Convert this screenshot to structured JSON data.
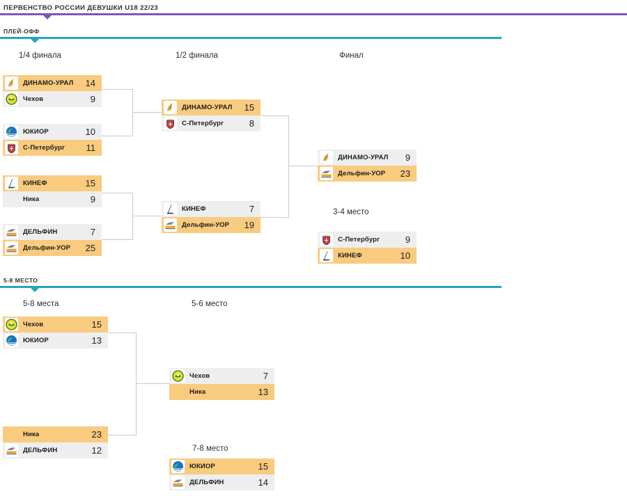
{
  "header": {
    "tournament_title": "ПЕРВЕНСТВО РОССИИ ДЕВУШКИ U18 22/23",
    "accent_purple": "#7f56b5",
    "accent_teal": "#29a3bd"
  },
  "sections": [
    {
      "label": "ПЛЕЙ-ОФФ"
    },
    {
      "label": "5-8 МЕСТО"
    }
  ],
  "round_labels": {
    "quarterfinal": "1/4 финала",
    "semifinal": "1/2 финала",
    "final": "Финал",
    "third_place": "3-4 место",
    "places_5_8": "5-8 места",
    "places_5_6": "5-6 место",
    "places_7_8": "7-8 место"
  },
  "colors": {
    "winner_bg": "#f9cb7f",
    "loser_bg": "#eeeeee",
    "connector": "#c9c9c9"
  },
  "matches": {
    "qf1": {
      "home": {
        "team": "ДИНАМО-УРАЛ",
        "score": "14",
        "winner": true,
        "icon": "dinamo-ural-logo"
      },
      "away": {
        "team": "Чехов",
        "score": "9",
        "winner": false,
        "icon": "chehov-logo"
      }
    },
    "qf2": {
      "home": {
        "team": "ЮКИОР",
        "score": "10",
        "winner": false,
        "icon": "yukior-logo"
      },
      "away": {
        "team": "С-Петербург",
        "score": "11",
        "winner": true,
        "icon": "spb-logo"
      }
    },
    "qf3": {
      "home": {
        "team": "КИНЕФ",
        "score": "15",
        "winner": true,
        "icon": "kinef-logo"
      },
      "away": {
        "team": "Ника",
        "score": "9",
        "winner": false,
        "icon": "none"
      }
    },
    "qf4": {
      "home": {
        "team": "ДЕЛЬФИН",
        "score": "7",
        "winner": false,
        "icon": "delfin-logo"
      },
      "away": {
        "team": "Дельфин-УОР",
        "score": "25",
        "winner": true,
        "icon": "delfin-logo"
      }
    },
    "sf1": {
      "home": {
        "team": "ДИНАМО-УРАЛ",
        "score": "15",
        "winner": true,
        "icon": "dinamo-ural-logo"
      },
      "away": {
        "team": "С-Петербург",
        "score": "8",
        "winner": false,
        "icon": "spb-logo"
      }
    },
    "sf2": {
      "home": {
        "team": "КИНЕФ",
        "score": "7",
        "winner": false,
        "icon": "kinef-logo"
      },
      "away": {
        "team": "Дельфин-УОР",
        "score": "19",
        "winner": true,
        "icon": "delfin-logo"
      }
    },
    "final": {
      "home": {
        "team": "ДИНАМО-УРАЛ",
        "score": "9",
        "winner": false,
        "icon": "dinamo-ural-logo"
      },
      "away": {
        "team": "Дельфин-УОР",
        "score": "23",
        "winner": true,
        "icon": "delfin-logo"
      }
    },
    "third": {
      "home": {
        "team": "С-Петербург",
        "score": "9",
        "winner": false,
        "icon": "spb-logo"
      },
      "away": {
        "team": "КИНЕФ",
        "score": "10",
        "winner": true,
        "icon": "kinef-logo"
      }
    },
    "p58_a": {
      "home": {
        "team": "Чехов",
        "score": "15",
        "winner": true,
        "icon": "chehov-logo"
      },
      "away": {
        "team": "ЮКИОР",
        "score": "13",
        "winner": false,
        "icon": "yukior-logo"
      }
    },
    "p58_b": {
      "home": {
        "team": "Ника",
        "score": "23",
        "winner": true,
        "icon": "none"
      },
      "away": {
        "team": "ДЕЛЬФИН",
        "score": "12",
        "winner": false,
        "icon": "delfin-logo"
      }
    },
    "p56": {
      "home": {
        "team": "Чехов",
        "score": "7",
        "winner": false,
        "icon": "chehov-logo"
      },
      "away": {
        "team": "Ника",
        "score": "13",
        "winner": true,
        "icon": "none"
      }
    },
    "p78": {
      "home": {
        "team": "ЮКИОР",
        "score": "15",
        "winner": true,
        "icon": "yukior-logo"
      },
      "away": {
        "team": "ДЕЛЬФИН",
        "score": "14",
        "winner": false,
        "icon": "delfin-logo"
      }
    }
  }
}
